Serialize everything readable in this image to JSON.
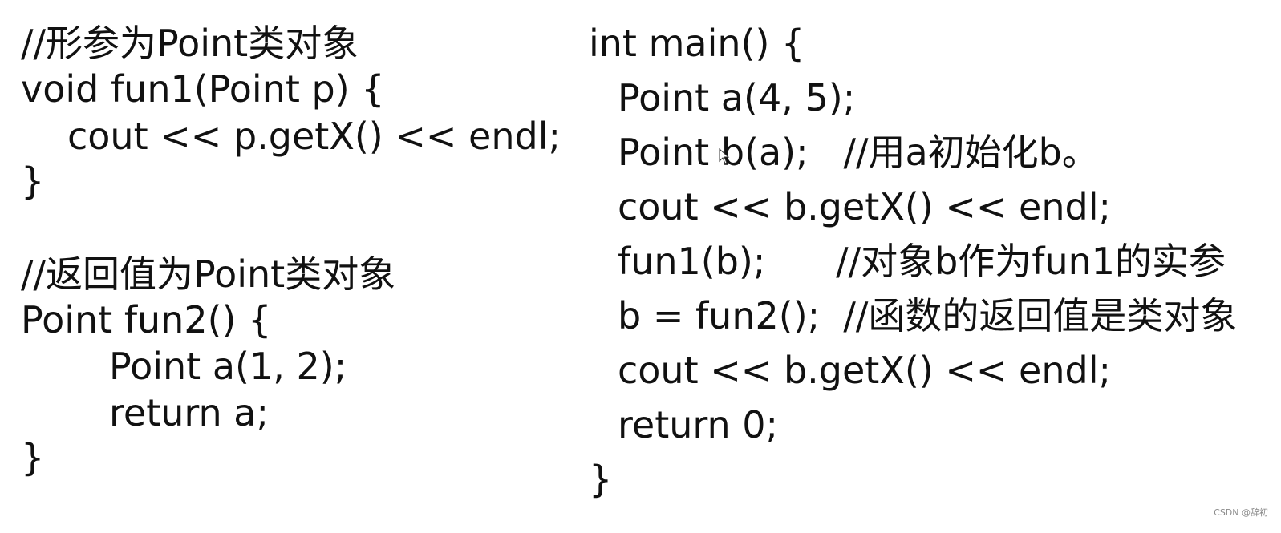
{
  "left_code": {
    "lines": [
      "//形参为Point类对象",
      "void fun1(Point p) {",
      "cout << p.getX() << endl;",
      "}",
      "//返回值为Point类对象",
      "Point fun2() {",
      "Point a(1, 2);",
      "return a;",
      "}"
    ]
  },
  "right_code": {
    "lines": [
      "int main() {",
      "Point a(4, 5);",
      "Point b(a);   //用a初始化b。",
      "cout << b.getX() << endl;",
      "fun1(b);      //对象b作为fun1的实参",
      "b = fun2();  //函数的返回值是类对象",
      "cout << b.getX() << endl;",
      "return 0;",
      "}"
    ]
  },
  "watermark": "CSDN @辞初",
  "icons": {
    "cursor": "mouse-pointer-icon"
  }
}
